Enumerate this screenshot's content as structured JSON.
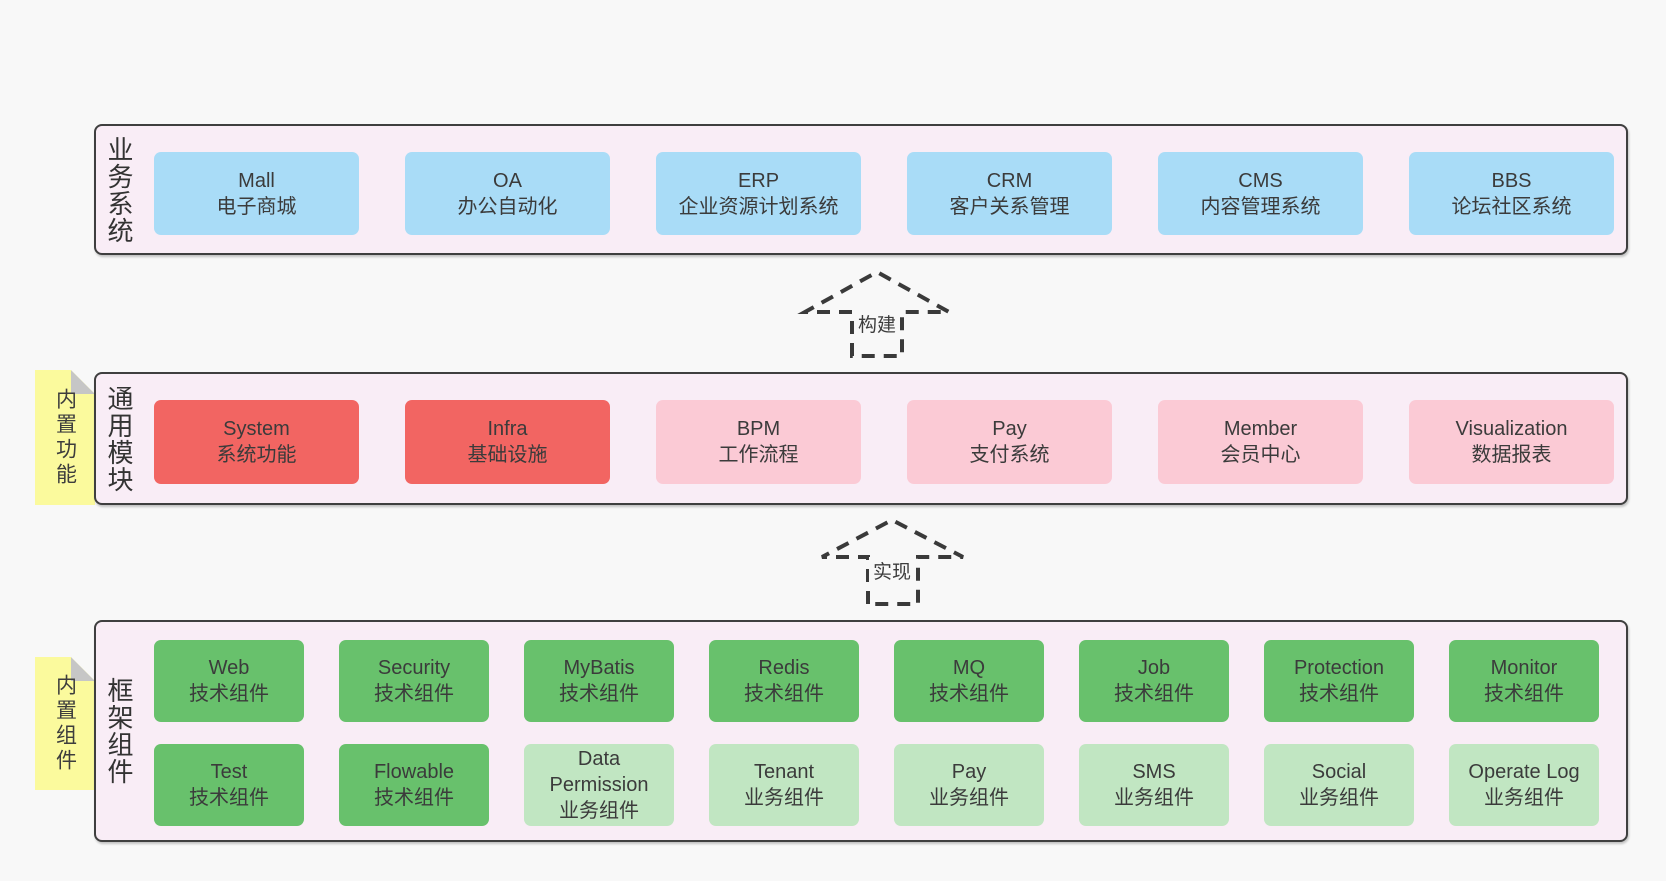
{
  "diagram": {
    "layers": [
      {
        "label": "业务系统",
        "boxes": [
          {
            "en": "Mall",
            "zh": "电子商城"
          },
          {
            "en": "OA",
            "zh": "办公自动化"
          },
          {
            "en": "ERP",
            "zh": "企业资源计划系统"
          },
          {
            "en": "CRM",
            "zh": "客户关系管理"
          },
          {
            "en": "CMS",
            "zh": "内容管理系统"
          },
          {
            "en": "BBS",
            "zh": "论坛社区系统"
          }
        ]
      },
      {
        "label": "通用模块",
        "tab": "内置功能",
        "boxes": [
          {
            "en": "System",
            "zh": "系统功能"
          },
          {
            "en": "Infra",
            "zh": "基础设施"
          },
          {
            "en": "BPM",
            "zh": "工作流程"
          },
          {
            "en": "Pay",
            "zh": "支付系统"
          },
          {
            "en": "Member",
            "zh": "会员中心"
          },
          {
            "en": "Visualization",
            "zh": "数据报表"
          }
        ]
      },
      {
        "label": "框架组件",
        "tab": "内置组件",
        "rows": [
          [
            {
              "en": "Web",
              "zh": "技术组件"
            },
            {
              "en": "Security",
              "zh": "技术组件"
            },
            {
              "en": "MyBatis",
              "zh": "技术组件"
            },
            {
              "en": "Redis",
              "zh": "技术组件"
            },
            {
              "en": "MQ",
              "zh": "技术组件"
            },
            {
              "en": "Job",
              "zh": "技术组件"
            },
            {
              "en": "Protection",
              "zh": "技术组件"
            },
            {
              "en": "Monitor",
              "zh": "技术组件"
            }
          ],
          [
            {
              "en": "Test",
              "zh": "技术组件"
            },
            {
              "en": "Flowable",
              "zh": "技术组件"
            },
            {
              "en": "Data Permission",
              "zh": "业务组件"
            },
            {
              "en": "Tenant",
              "zh": "业务组件"
            },
            {
              "en": "Pay",
              "zh": "业务组件"
            },
            {
              "en": "SMS",
              "zh": "业务组件"
            },
            {
              "en": "Social",
              "zh": "业务组件"
            },
            {
              "en": "Operate Log",
              "zh": "业务组件"
            }
          ]
        ]
      }
    ],
    "arrows": [
      {
        "label": "构建"
      },
      {
        "label": "实现"
      }
    ],
    "colors": {
      "page_bg": "#f8f8f8",
      "container_bg": "#f9edf6",
      "container_border": "#3f3f3f",
      "box_blue": "#a9dcf7",
      "box_red": "#f26562",
      "box_pink": "#fbcad5",
      "box_green": "#68c16c",
      "box_light_green": "#c1e6c2",
      "tab_yellow": "#fbfa9d",
      "fold_gray": "#c6c6c6",
      "text": "#3b3b3b"
    }
  }
}
